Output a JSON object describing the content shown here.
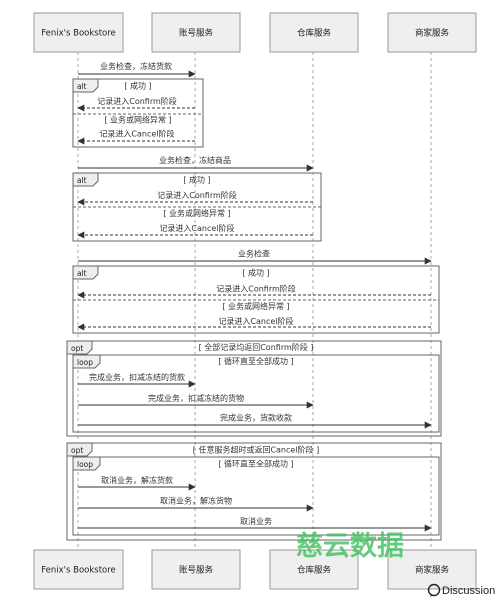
{
  "participants": [
    {
      "id": "bookstore",
      "name": "Fenix's Bookstore"
    },
    {
      "id": "account",
      "name": "账号服务"
    },
    {
      "id": "warehouse",
      "name": "仓库服务"
    },
    {
      "id": "merchant",
      "name": "商家服务"
    }
  ],
  "messages": [
    {
      "from": "bookstore",
      "to": "account",
      "text": "业务检查，冻结货款"
    },
    {
      "from": "account",
      "to": "bookstore",
      "text": "记录进入Confirm阶段",
      "dashed": true
    },
    {
      "from": "account",
      "to": "bookstore",
      "text": "记录进入Cancel阶段",
      "dashed": true
    },
    {
      "from": "bookstore",
      "to": "warehouse",
      "text": "业务检查，冻结商品"
    },
    {
      "from": "warehouse",
      "to": "bookstore",
      "text": "记录进入Confirm阶段",
      "dashed": true
    },
    {
      "from": "warehouse",
      "to": "bookstore",
      "text": "记录进入Cancel阶段",
      "dashed": true
    },
    {
      "from": "bookstore",
      "to": "merchant",
      "text": "业务检查"
    },
    {
      "from": "merchant",
      "to": "bookstore",
      "text": "记录进入Confirm阶段",
      "dashed": true
    },
    {
      "from": "merchant",
      "to": "bookstore",
      "text": "记录进入Cancel阶段",
      "dashed": true
    },
    {
      "from": "bookstore",
      "to": "account",
      "text": "完成业务，扣减冻结的货款"
    },
    {
      "from": "bookstore",
      "to": "warehouse",
      "text": "完成业务，扣减冻结的货物"
    },
    {
      "from": "bookstore",
      "to": "merchant",
      "text": "完成业务，货款收款"
    },
    {
      "from": "bookstore",
      "to": "account",
      "text": "取消业务，解冻货款"
    },
    {
      "from": "bookstore",
      "to": "warehouse",
      "text": "取消业务，解冻货物"
    },
    {
      "from": "bookstore",
      "to": "merchant",
      "text": "取消业务"
    }
  ],
  "frames": [
    {
      "kind": "alt",
      "guard": "[ 成功 ]",
      "else_guard": "[ 业务或网络异常 ]"
    },
    {
      "kind": "alt",
      "guard": "[ 成功 ]",
      "else_guard": "[ 业务或网络异常 ]"
    },
    {
      "kind": "alt",
      "guard": "[ 成功 ]",
      "else_guard": "[ 业务或网络异常 ]"
    },
    {
      "kind": "opt",
      "guard": "[ 全部记录均返回Confirm阶段 ]"
    },
    {
      "kind": "loop",
      "guard": "[ 循环直至全部成功 ]"
    },
    {
      "kind": "opt",
      "guard": "[ 任意服务超时或返回Cancel阶段 ]"
    },
    {
      "kind": "loop",
      "guard": "[ 循环直至全部成功 ]"
    }
  ],
  "watermark": "慈云数据",
  "discussion_label": "Discussion",
  "colors": {
    "line": "#333333",
    "box_fill": "#efefef",
    "box_stroke": "#999999",
    "watermark": "#3fc35e"
  }
}
